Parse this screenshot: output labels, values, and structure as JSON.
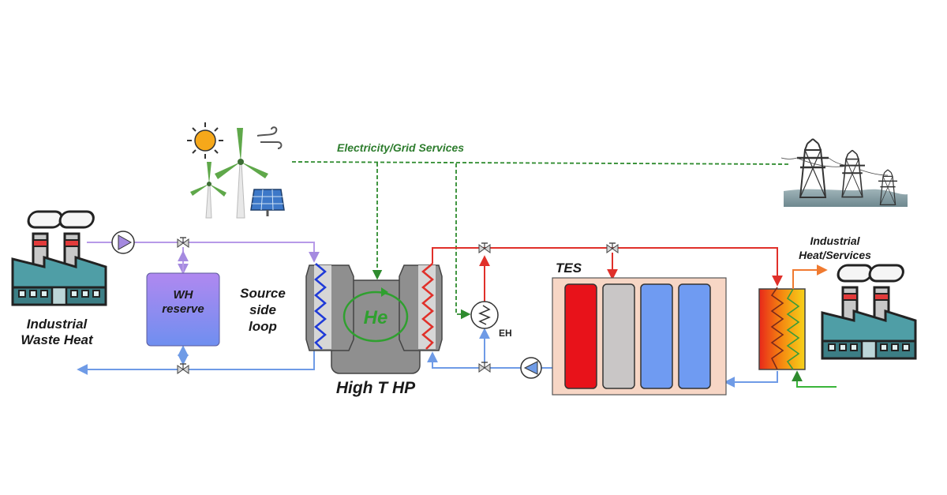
{
  "labels": {
    "electricity": "Electricity/Grid Services",
    "waste_heat_1": "Industrial",
    "waste_heat_2": "Waste Heat",
    "wh_reserve_1": "WH",
    "wh_reserve_2": "reserve",
    "source_1": "Source",
    "source_2": "side",
    "source_3": "loop",
    "helium": "He",
    "hp": "High T HP",
    "eh": "EH",
    "tes": "TES",
    "ind_heat_1": "Industrial",
    "ind_heat_2": "Heat/Services"
  },
  "colors": {
    "hot_pipe": "#e0302a",
    "cold_pipe": "#6f9be6",
    "source_pipe": "#b79ae8",
    "electric": "#2e8b2e",
    "helium": "#2fa02f",
    "tes_bg": "#f7d6c5",
    "tes_hot": "#e8121a",
    "tes_mid": "#c9c6c6",
    "tes_cold": "#6f9bf2",
    "wh_top": "#b088f0",
    "wh_bottom": "#6f8ff0"
  },
  "icons": [
    "factory-icon",
    "sun-icon",
    "wind-turbine-icon",
    "wind-icon",
    "solar-panel-icon",
    "power-tower-icon",
    "pump-icon",
    "valve-icon",
    "heater-icon",
    "heat-exchanger-icon"
  ]
}
